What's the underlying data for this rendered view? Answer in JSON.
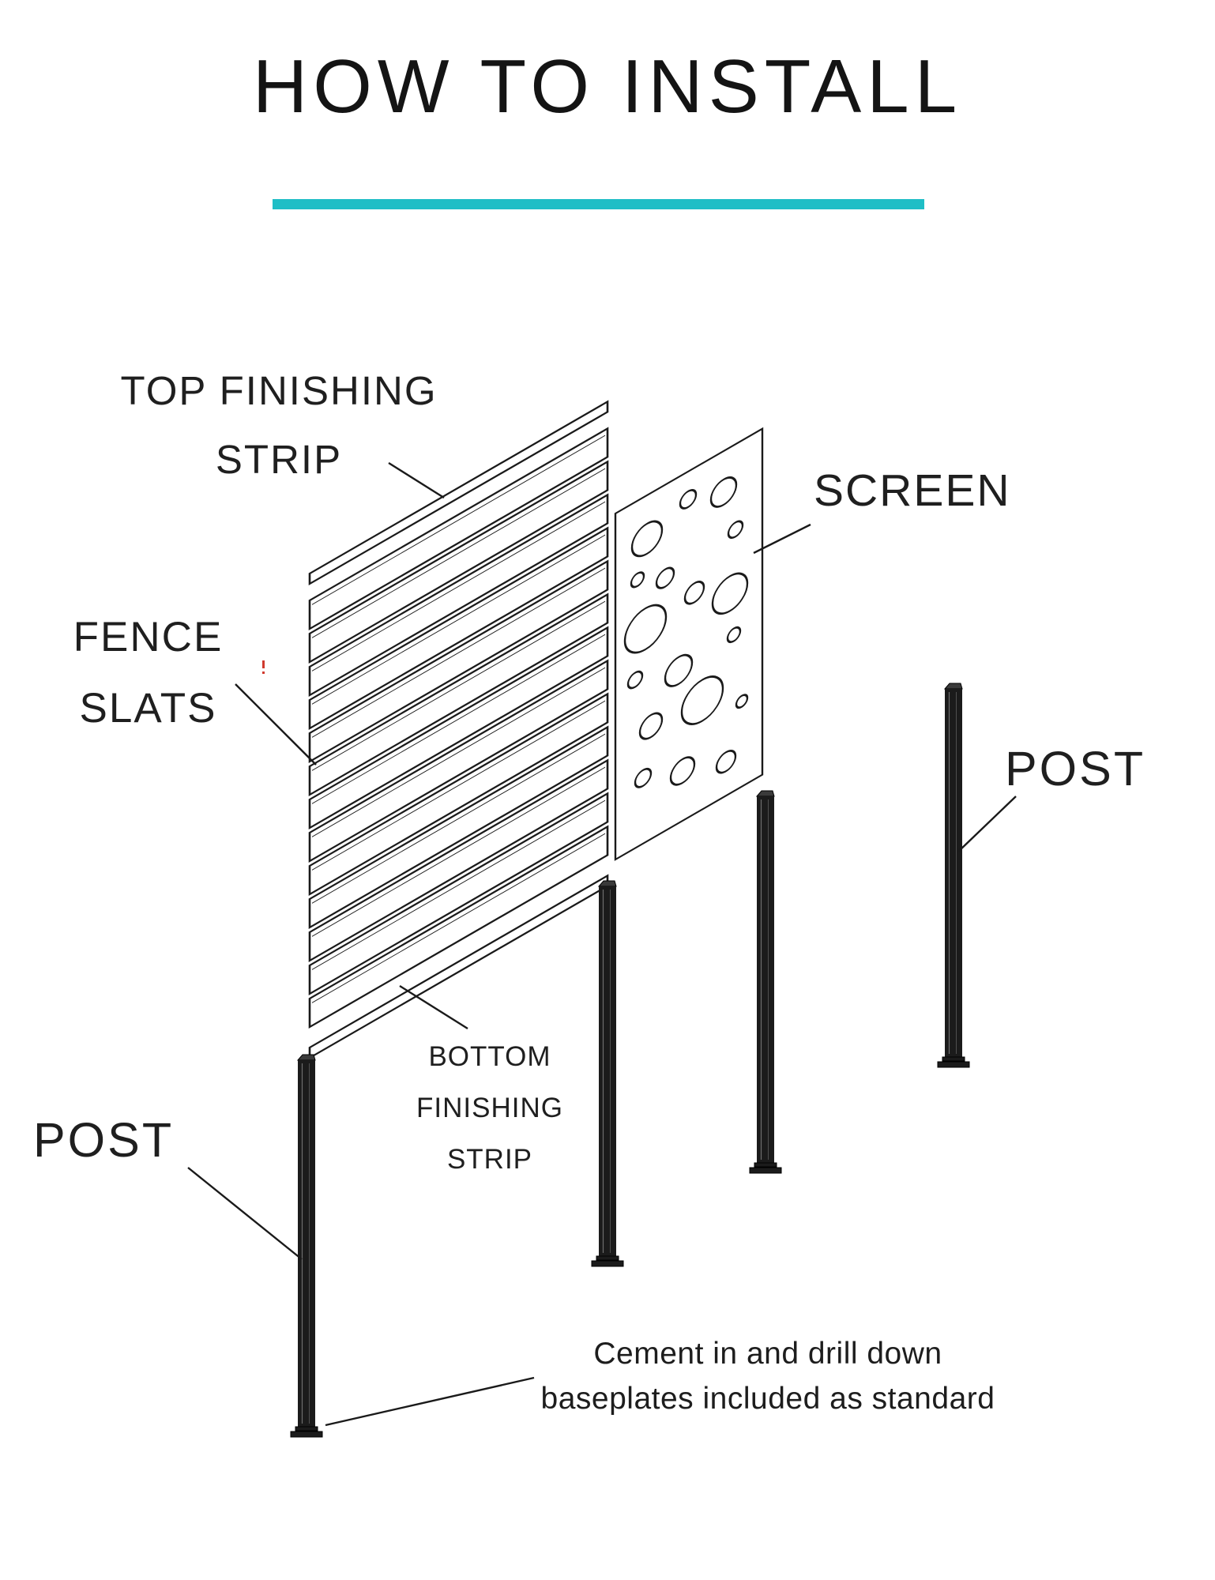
{
  "page": {
    "title": "HOW TO INSTALL"
  },
  "theme": {
    "accent": "#1fbec6",
    "ink": "#1c1c1c"
  },
  "labels": {
    "top_finishing_strip": "TOP FINISHING STRIP",
    "screen": "SCREEN",
    "fence_slats": "FENCE SLATS",
    "post_right": "POST",
    "post_left": "POST",
    "bottom_finishing_strip": "BOTTOM FINISHING STRIP",
    "note": "Cement in and drill down baseplates included as standard"
  }
}
